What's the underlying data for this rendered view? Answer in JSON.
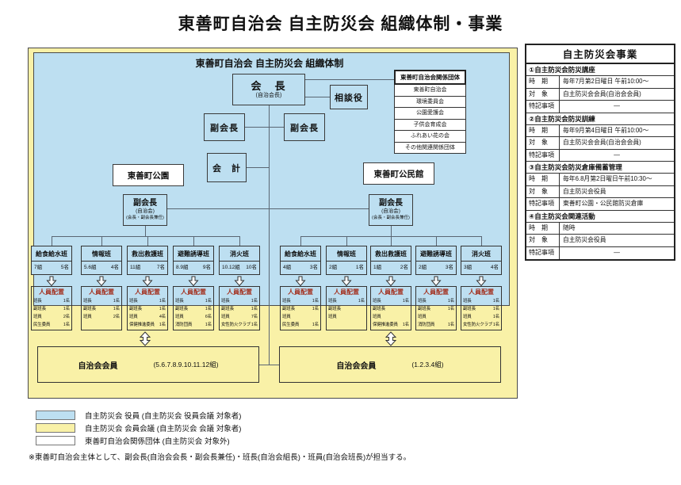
{
  "page_title": "東善町自治会 自主防災会 組織体制・事業",
  "org_chart": {
    "title": "東善町自治会 自主防災会 組織体制",
    "chairman": {
      "label": "会　長",
      "sub": "(自治会長)"
    },
    "advisor_label": "相談役",
    "vice_chairman_left": "副会長",
    "vice_chairman_right": "副会長",
    "accountant_label": "会　計",
    "park_label": "東善町公園",
    "community_hall_label": "東善町公民館",
    "related_orgs": {
      "header": "東善町自治会関係団体",
      "items": [
        "東善町自治会",
        "環境委員会",
        "公園愛護会",
        "子供会育成会",
        "ふれあい花の会",
        "その他関連関係団体"
      ]
    },
    "personnel_title": "人員配置",
    "branches": [
      {
        "side": "left",
        "vice_chairman": {
          "title": "副会長",
          "sub1": "(自治会)",
          "sub2": "(会長・副会長兼任)"
        },
        "teams": [
          {
            "name": "給食給水班",
            "group": "7組",
            "count": "5名",
            "staff": [
              {
                "role": "班長",
                "num": "1名"
              },
              {
                "role": "副班長",
                "num": "1名"
              },
              {
                "role": "班員",
                "num": "2名"
              },
              {
                "role": "民生委員",
                "num": "1名"
              }
            ]
          },
          {
            "name": "情報班",
            "group": "5.6組",
            "count": "4名",
            "staff": [
              {
                "role": "班長",
                "num": "1名"
              },
              {
                "role": "副班長",
                "num": "1名"
              },
              {
                "role": "班員",
                "num": "2名"
              }
            ]
          },
          {
            "name": "救出救護班",
            "group": "11組",
            "count": "7名",
            "staff": [
              {
                "role": "班長",
                "num": "1名"
              },
              {
                "role": "副班長",
                "num": "1名"
              },
              {
                "role": "班員",
                "num": "4名"
              },
              {
                "role": "保健推進委員",
                "num": "1名"
              }
            ]
          },
          {
            "name": "避難誘導班",
            "group": "8.9組",
            "count": "9名",
            "staff": [
              {
                "role": "班長",
                "num": "1名"
              },
              {
                "role": "副班長",
                "num": "1名"
              },
              {
                "role": "班員",
                "num": "6名"
              },
              {
                "role": "消防団員",
                "num": "1名"
              }
            ]
          },
          {
            "name": "消火班",
            "group": "10.12組",
            "count": "10名",
            "staff": [
              {
                "role": "班長",
                "num": "1名"
              },
              {
                "role": "副班長",
                "num": "1名"
              },
              {
                "role": "班員",
                "num": "7名"
              },
              {
                "role": "女性防火クラブ",
                "num": "1名"
              }
            ]
          }
        ],
        "members": {
          "label": "自治会会員",
          "groups": "(5.6.7.8.9.10.11.12組)"
        }
      },
      {
        "side": "right",
        "vice_chairman": {
          "title": "副会長",
          "sub1": "(自治会)",
          "sub2": "(会長・副会長兼任)"
        },
        "teams": [
          {
            "name": "給食給水班",
            "group": "4組",
            "count": "3名",
            "staff": [
              {
                "role": "班長",
                "num": "1名"
              },
              {
                "role": "副班長",
                "num": "1名"
              },
              {
                "role": "班員",
                "num": ""
              },
              {
                "role": "民生委員",
                "num": "1名"
              }
            ]
          },
          {
            "name": "情報班",
            "group": "2組",
            "count": "1名",
            "staff": [
              {
                "role": "班長",
                "num": "1名"
              },
              {
                "role": "副班長",
                "num": ""
              },
              {
                "role": "班員",
                "num": ""
              }
            ]
          },
          {
            "name": "救出救護班",
            "group": "1組",
            "count": "2名",
            "staff": [
              {
                "role": "班長",
                "num": "1名"
              },
              {
                "role": "副班長",
                "num": ""
              },
              {
                "role": "班員",
                "num": ""
              },
              {
                "role": "保健推進委員",
                "num": "1名"
              }
            ]
          },
          {
            "name": "避難誘導班",
            "group": "2組",
            "count": "3名",
            "staff": [
              {
                "role": "班長",
                "num": "1名"
              },
              {
                "role": "副班長",
                "num": "1名"
              },
              {
                "role": "班員",
                "num": ""
              },
              {
                "role": "消防団員",
                "num": "1名"
              }
            ]
          },
          {
            "name": "消火班",
            "group": "3組",
            "count": "4名",
            "staff": [
              {
                "role": "班長",
                "num": "1名"
              },
              {
                "role": "副班長",
                "num": "1名"
              },
              {
                "role": "班員",
                "num": "1名"
              },
              {
                "role": "女性防火クラブ",
                "num": "1名"
              }
            ]
          }
        ],
        "members": {
          "label": "自治会会員",
          "groups": "(1.2.3.4組)"
        }
      }
    ]
  },
  "programs_panel": {
    "title": "自主防災会事業",
    "row_labels": {
      "period": "時　期",
      "target": "対　象",
      "notes": "特記事項"
    },
    "sections": [
      {
        "heading": "①自主防災会防災講座",
        "period": "毎年7月第2日曜日 午前10:00～",
        "target": "自主防災会会員(自治会会員)",
        "notes": "―"
      },
      {
        "heading": "②自主防災会防災訓練",
        "period": "毎年9月第4日曜日 午前10:00～",
        "target": "自主防災会会員(自治会会員)",
        "notes": "―"
      },
      {
        "heading": "③自主防災会防災倉庫備蓄管理",
        "period": "毎年6.8月第2日曜日午前10:30～",
        "target": "自主防災会役員",
        "notes": "東善町公園・公民館防災倉庫"
      },
      {
        "heading": "④自主防災会関連活動",
        "period": "随時",
        "target": "自主防災会役員",
        "notes": "―"
      }
    ]
  },
  "legend": {
    "items": [
      {
        "color": "#bddff1",
        "label": "自主防災会 役員 (自主防災会 役員会議 対象者)"
      },
      {
        "color": "#f9f1a7",
        "label": "自主防災会 会員会議 (自主防災会 会議 対象者)"
      },
      {
        "color": "#ffffff",
        "label": "東善町自治会関係団体 (自主防災会 対象外)"
      }
    ]
  },
  "footnote": "※東善町自治会主体として、副会長(自治会会長・副会長兼任)・班長(自治会組長)・班員(自治会班長)が担当する。",
  "colors": {
    "zone_blue": "#bddff1",
    "zone_yellow": "#f9f1a7",
    "connector_line": "#5a6673",
    "personnel_title": "#a33322"
  }
}
